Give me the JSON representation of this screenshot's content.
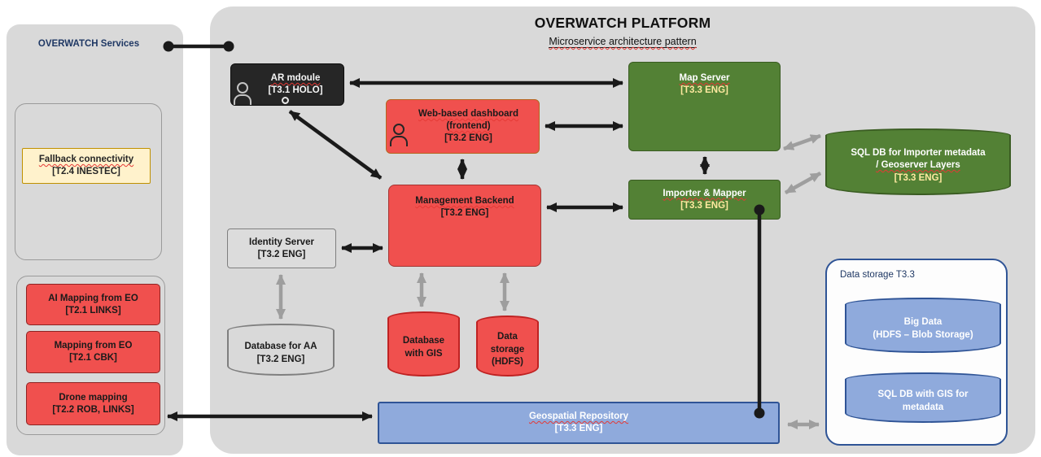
{
  "colors": {
    "panel_gray": "#d9d9d9",
    "node_red": "#f0504e",
    "node_green": "#538135",
    "node_blue": "#8faadc",
    "node_dark": "#262626",
    "yellow_fill": "#fff2cc",
    "yellow_border": "#bf9000",
    "blue_border": "#2f5496",
    "navy_text": "#1f3864",
    "black_arrow": "#1a1a1a",
    "gray_arrow": "#9e9e9e"
  },
  "icons": {
    "ar_user": "person-outline-icon",
    "dashboard_user": "person-icon",
    "ar_head": "person-head-icon"
  },
  "sidebar": {
    "title": "OVERWATCH Services",
    "fallback_group": {
      "items": [
        {
          "line1": "Fallback connectivity",
          "line2": "[T2.4 INESTEC]"
        }
      ]
    },
    "mapping_group": {
      "items": [
        {
          "line1": "AI Mapping from EO",
          "line2": "[T2.1 LINKS]"
        },
        {
          "line1": "Mapping from EO",
          "line2": "[T2.1 CBK]"
        },
        {
          "line1": "Drone mapping",
          "line2": "[T2.2 ROB, LINKS]"
        }
      ]
    }
  },
  "platform": {
    "title": "OVERWATCH PLATFORM",
    "subtitle": "Microservice architecture pattern",
    "nodes": {
      "ar_module": {
        "line1": "AR mdoule",
        "line2": "[T3.1 HOLO]"
      },
      "dashboard": {
        "line1": "Web-based dashboard",
        "line2": "(frontend)",
        "line3": "[T3.2 ENG]"
      },
      "map_server": {
        "line1": "Map Server",
        "line2": "[T3.3 ENG]"
      },
      "management_backend": {
        "line1": "Management Backend",
        "line2": "[T3.2 ENG]"
      },
      "importer_mapper": {
        "line1": "Importer & Mapper",
        "line2": "[T3.3 ENG]"
      },
      "sql_db_importer": {
        "line1": "SQL DB for Importer metadata",
        "line2": "/ Geoserver Layers",
        "line3": "[T3.3 ENG]"
      },
      "identity_server": {
        "line1": "Identity Server",
        "line2": "[T3.2 ENG]"
      },
      "database_aa": {
        "line1": "Database for AA",
        "line2": "[T3.2 ENG]"
      },
      "database_gis": {
        "line1": "Database",
        "line2": "with GIS"
      },
      "data_storage_hdfs": {
        "line1": "Data",
        "line2": "storage",
        "line3": "(HDFS)"
      },
      "geospatial_repository": {
        "line1": "Geospatial Repository",
        "line2": "[T3.3 ENG]"
      }
    },
    "data_storage_group": {
      "label": "Data storage T3.3",
      "big_data": {
        "line1": "Big Data",
        "line2": "(HDFS – Blob Storage)"
      },
      "sql_gis": {
        "line1": "SQL DB with GIS for",
        "line2": "metadata"
      }
    }
  }
}
